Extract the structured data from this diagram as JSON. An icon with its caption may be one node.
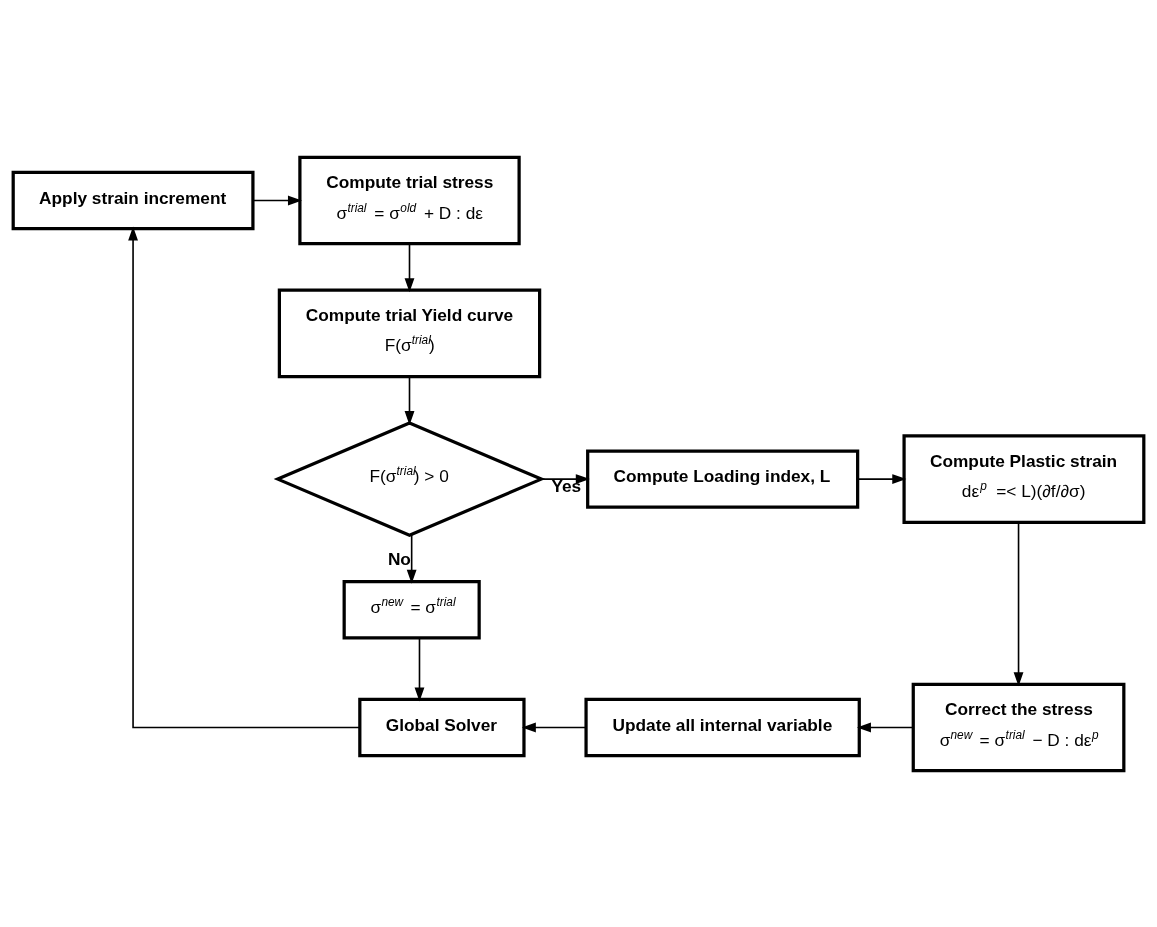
{
  "diagram": {
    "nodes": [
      {
        "text": [
          "Apply strain increment"
        ]
      },
      {
        "text": [
          "Compute trial stress",
          "σ$^{trial}$ = σ$^{old}$ + D : dε"
        ]
      },
      {
        "text": [
          "Compute trial Yield curve",
          "F(σ$^{trial}$)"
        ]
      },
      {
        "text": [
          "F(σ$^{trial}$) > 0"
        ]
      },
      {
        "text": [
          "Compute Loading index, L"
        ]
      },
      {
        "text": [
          "Compute Plastic strain",
          "dε$^{p}$ =< L)(∂f/∂σ)"
        ]
      },
      {
        "text": [
          "σ$^{new}$ = σ$^{trial}$"
        ]
      },
      {
        "text": [
          "Correct the stress",
          "σ$^{new}$ = σ$^{trial}$ − D : dε$^{p}$"
        ]
      },
      {
        "text": [
          "Update all internal variable"
        ]
      },
      {
        "text": [
          "Global Solver"
        ]
      }
    ],
    "edges": [
      {
        "from": 0,
        "to": 1,
        "arrow": "to"
      },
      {
        "from": 1,
        "to": 2,
        "arrow": "to"
      },
      {
        "from": 2,
        "to": 3,
        "arrow": "to"
      },
      {
        "from": 3,
        "to": 4,
        "arrow": "to",
        "label": "Yes"
      },
      {
        "from": 4,
        "to": 5,
        "arrow": "to"
      },
      {
        "from": 3,
        "to": 6,
        "arrow": "to",
        "label": "No"
      },
      {
        "from": 5,
        "to": 7,
        "arrow": "to"
      },
      {
        "from": 7,
        "to": 8,
        "arrow": "to"
      },
      {
        "from": 8,
        "to": 9,
        "arrow": "to"
      },
      {
        "from": 6,
        "to": 9,
        "arrow": "to"
      },
      {
        "from": 9,
        "to": 0,
        "arrow": "to"
      }
    ]
  }
}
